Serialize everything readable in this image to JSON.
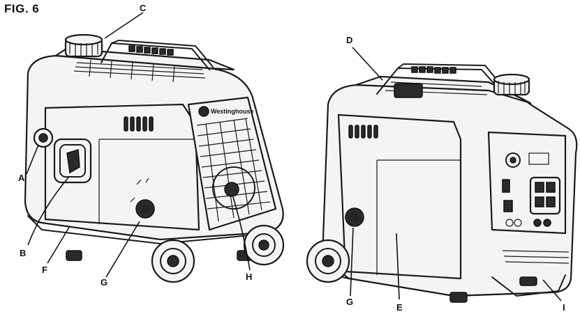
{
  "figure": {
    "title": "FIG. 6"
  },
  "brand": {
    "logo_text": "Westinghouse"
  },
  "callouts": {
    "a": "A",
    "b": "B",
    "c": "C",
    "d": "D",
    "e": "E",
    "f": "F",
    "g_left": "G",
    "g_right": "G",
    "h": "H",
    "i": "I"
  },
  "colors": {
    "ink": "#1a1a1a",
    "body": "#f4f4f4",
    "dark_parts": "#2a2a2a"
  }
}
